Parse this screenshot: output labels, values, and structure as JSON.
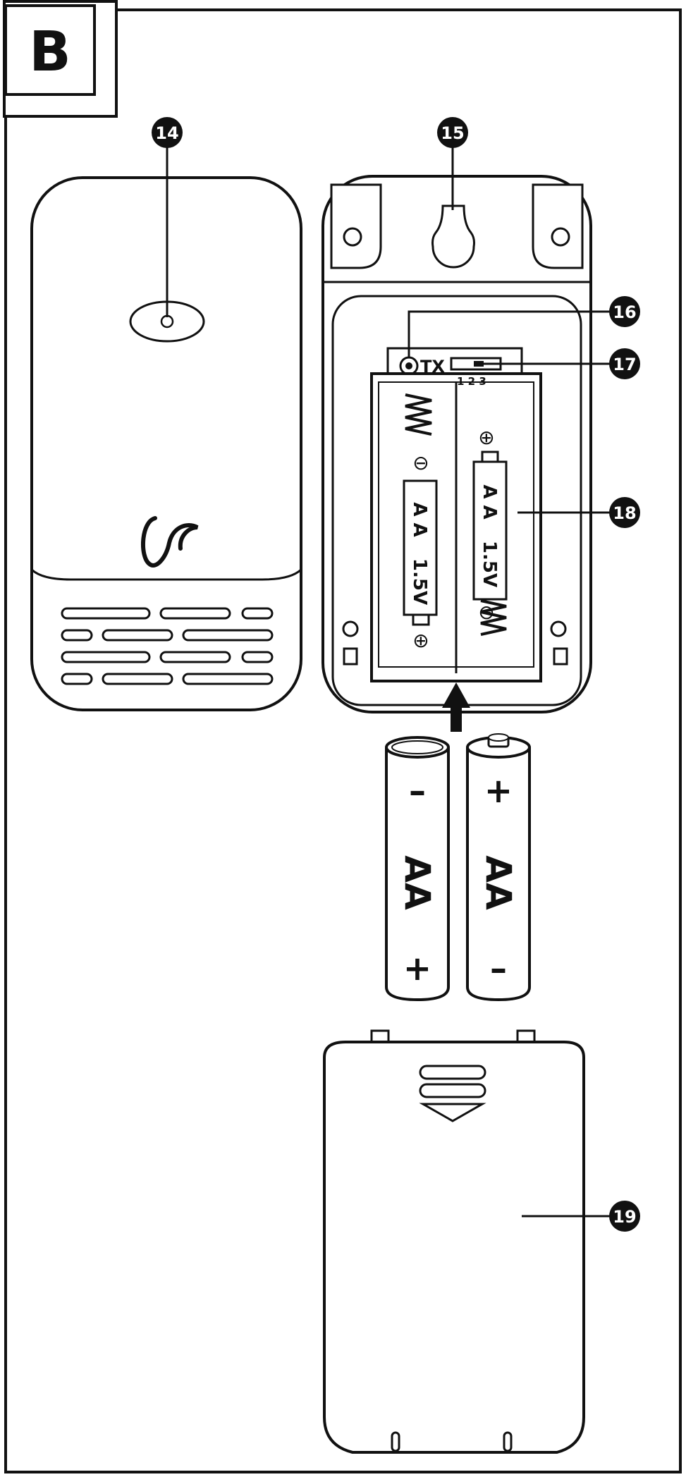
{
  "figure": {
    "panel_letter": "B",
    "callouts": [
      {
        "number": "14"
      },
      {
        "number": "15"
      },
      {
        "number": "16"
      },
      {
        "number": "17"
      },
      {
        "number": "18"
      },
      {
        "number": "19"
      }
    ],
    "transmitter_label": "TX",
    "channel_numbers": "1 2 3",
    "battery_compartment": {
      "left_slot": {
        "type": "A A",
        "voltage": "1.5V",
        "top_symbol": "⊖",
        "bottom_symbol": "⊕"
      },
      "right_slot": {
        "type": "A A",
        "voltage": "1.5V",
        "top_symbol": "⊕",
        "bottom_symbol": "⊖"
      }
    },
    "batteries": [
      {
        "type": "AA",
        "top_polarity": "–",
        "bottom_polarity": "+"
      },
      {
        "type": "AA",
        "top_polarity": "+",
        "bottom_polarity": "–"
      }
    ]
  },
  "colors": {
    "line": "#111111",
    "background": "#ffffff"
  }
}
